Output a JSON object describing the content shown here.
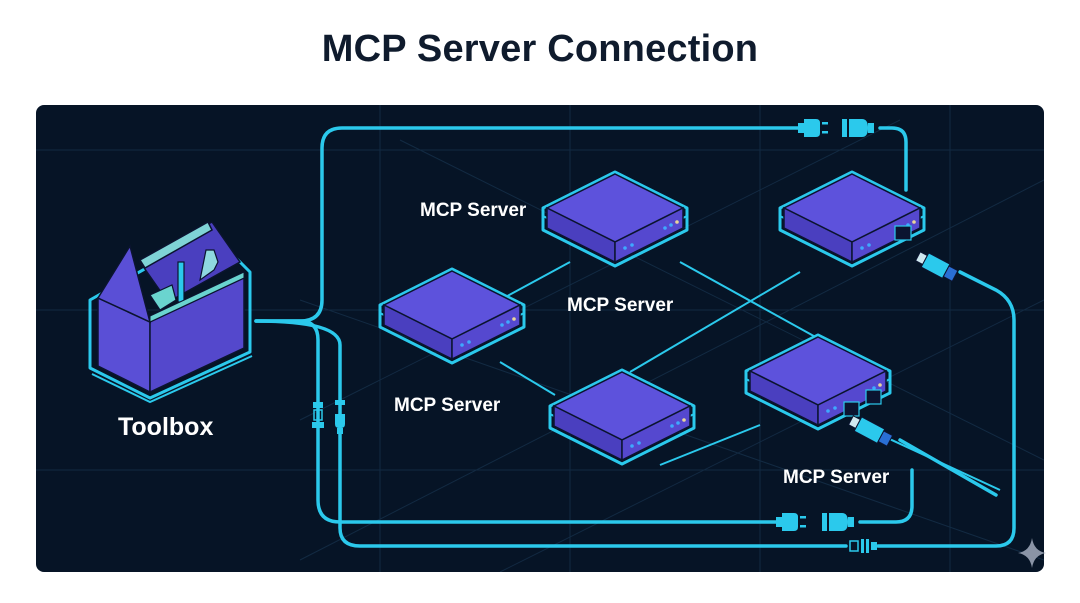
{
  "title": "MCP Server Connection",
  "nodes": {
    "toolbox": {
      "label": "Toolbox",
      "icon": "toolbox-icon"
    },
    "server_top": {
      "label": "MCP Server"
    },
    "server_middle": {
      "label": "MCP Server"
    },
    "server_left": {
      "label": "MCP Server"
    },
    "server_bottom_right": {
      "label": "MCP Server"
    }
  },
  "colors": {
    "background": "#061426",
    "cable": "#2bc9ec",
    "server_top_face": "#5b4fd8",
    "server_side": "#4a3fc0",
    "title_text": "#0f1b2d",
    "label_text": "#ffffff"
  }
}
